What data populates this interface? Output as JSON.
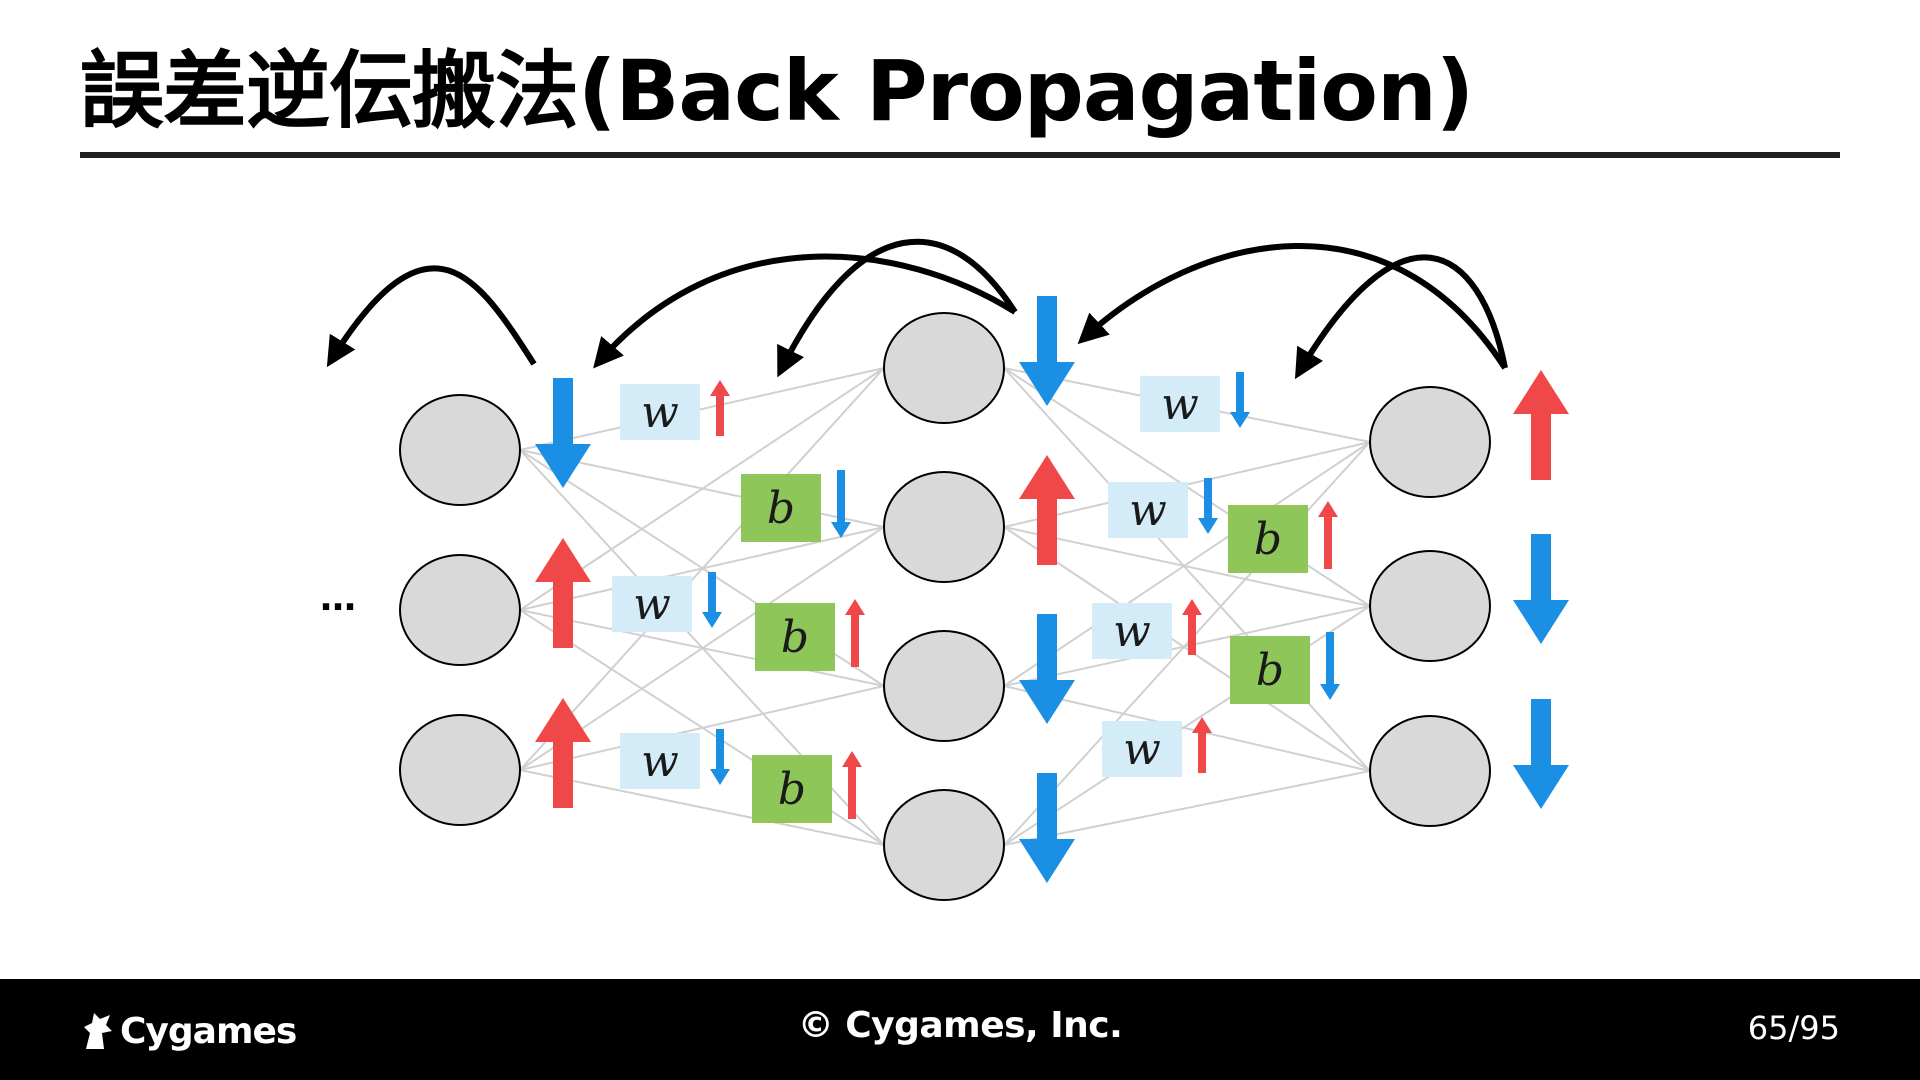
{
  "slide": {
    "title": "誤差逆伝搬法(Back Propagation)"
  },
  "diagram": {
    "ellipsis": "…",
    "weight_label": "w",
    "bias_label": "b",
    "colors": {
      "increase_arrow": "#f04848",
      "decrease_arrow": "#1a8fe3",
      "weight_box": "#d4ecf8",
      "bias_box": "#8fc659",
      "neuron_fill": "#d9d9d9",
      "connection_line": "#d0d0d0"
    },
    "layers": [
      {
        "name": "layer-1",
        "neurons": [
          {
            "gradient": "down"
          },
          {
            "gradient": "up"
          },
          {
            "gradient": "up"
          }
        ]
      },
      {
        "name": "layer-2",
        "neurons": [
          {
            "gradient": "down"
          },
          {
            "gradient": "up"
          },
          {
            "gradient": "down"
          },
          {
            "gradient": "down"
          }
        ]
      },
      {
        "name": "layer-3",
        "neurons": [
          {
            "gradient": "up"
          },
          {
            "gradient": "down"
          },
          {
            "gradient": "down"
          }
        ]
      }
    ],
    "parameters_left": [
      {
        "type": "w",
        "gradient": "up"
      },
      {
        "type": "b",
        "gradient": "down"
      },
      {
        "type": "w",
        "gradient": "down"
      },
      {
        "type": "b",
        "gradient": "up"
      },
      {
        "type": "w",
        "gradient": "down"
      },
      {
        "type": "b",
        "gradient": "up"
      }
    ],
    "parameters_right": [
      {
        "type": "w",
        "gradient": "down"
      },
      {
        "type": "w",
        "gradient": "down"
      },
      {
        "type": "b",
        "gradient": "up"
      },
      {
        "type": "w",
        "gradient": "up"
      },
      {
        "type": "b",
        "gradient": "down"
      },
      {
        "type": "w",
        "gradient": "up"
      }
    ]
  },
  "footer": {
    "logo_text": "Cygames",
    "copyright": "© Cygames, Inc.",
    "page_number": "65/95"
  }
}
